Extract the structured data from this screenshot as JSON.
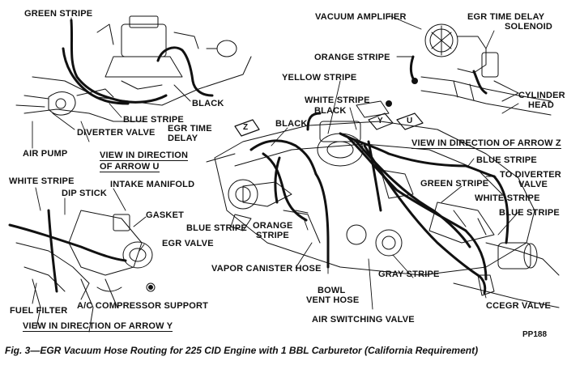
{
  "labels": {
    "green_stripe_top": "GREEN STRIPE",
    "blue_stripe_tl": "BLUE STRIPE",
    "black_tl": "BLACK",
    "diverter_valve": "DIVERTER VALVE",
    "air_pump": "AIR PUMP",
    "egr_time_delay": "EGR TIME",
    "egr_time_delay_2": "DELAY",
    "black_mid": "BLACK",
    "yellow_stripe": "YELLOW STRIPE",
    "white_stripe_mid": "WHITE STRIPE",
    "black_mid2": "BLACK",
    "vacuum_amplifier": "VACUUM AMPLIFIER",
    "egr_time_delay_solenoid_1": "EGR TIME DELAY",
    "egr_time_delay_solenoid_2": "SOLENOID",
    "orange_stripe_top": "ORANGE STRIPE",
    "cylinder_head_1": "CYLINDER",
    "cylinder_head_2": "HEAD",
    "blue_stripe_right": "BLUE STRIPE",
    "to_diverter_valve_1": "TO DIVERTER",
    "to_diverter_valve_2": "VALVE",
    "green_stripe_mid": "GREEN STRIPE",
    "white_stripe_right": "WHITE STRIPE",
    "blue_stripe_right2": "BLUE STRIPE",
    "white_stripe_left": "WHITE STRIPE",
    "dip_stick": "DIP STICK",
    "intake_manifold": "INTAKE MANIFOLD",
    "gasket": "GASKET",
    "egr_valve": "EGR VALVE",
    "fuel_filter": "FUEL FILTER",
    "ac_compressor_support": "A/C COMPRESSOR SUPPORT",
    "blue_stripe_center": "BLUE STRIPE",
    "orange_stripe_center_1": "ORANGE",
    "orange_stripe_center_2": "STRIPE",
    "vapor_canister_hose": "VAPOR CANISTER HOSE",
    "bowl_vent_hose_1": "BOWL",
    "bowl_vent_hose_2": "VENT HOSE",
    "air_switching_valve": "AIR SWITCHING VALVE",
    "gray_stripe": "GRAY STRIPE",
    "ccegr_valve": "CCEGR VALVE"
  },
  "views": {
    "arrow_u_1": "VIEW IN DIRECTION",
    "arrow_u_2": "OF ARROW U",
    "arrow_z": "VIEW IN DIRECTION OF ARROW Z",
    "arrow_y": "VIEW IN DIRECTION OF ARROW Y"
  },
  "arrows": {
    "z": "Z",
    "y": "Y",
    "u": "U"
  },
  "code": "PP188",
  "caption": "Fig. 3—EGR Vacuum Hose Routing for 225 CID Engine with 1 BBL Carburetor (California Requirement)"
}
